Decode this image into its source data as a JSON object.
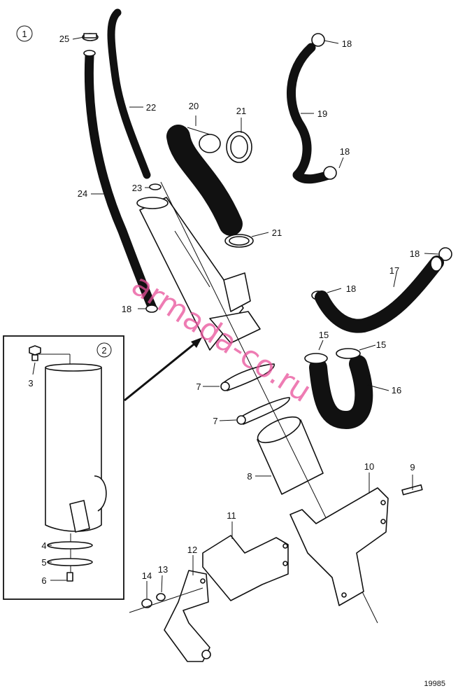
{
  "figure": {
    "view_markers": [
      "1",
      "2"
    ],
    "reference_number": "19985",
    "watermark": "armada-co.ru"
  },
  "callouts": [
    {
      "id": "c25",
      "text": "25"
    },
    {
      "id": "c22",
      "text": "22"
    },
    {
      "id": "c24",
      "text": "24"
    },
    {
      "id": "c23",
      "text": "23"
    },
    {
      "id": "c18a",
      "text": "18"
    },
    {
      "id": "c20",
      "text": "20"
    },
    {
      "id": "c21a",
      "text": "21"
    },
    {
      "id": "c21b",
      "text": "21"
    },
    {
      "id": "c18b",
      "text": "18"
    },
    {
      "id": "c19",
      "text": "19"
    },
    {
      "id": "c18c",
      "text": "18"
    },
    {
      "id": "c18d",
      "text": "18"
    },
    {
      "id": "c17",
      "text": "17"
    },
    {
      "id": "c18e",
      "text": "18"
    },
    {
      "id": "c15a",
      "text": "15"
    },
    {
      "id": "c15b",
      "text": "15"
    },
    {
      "id": "c16",
      "text": "16"
    },
    {
      "id": "c7a",
      "text": "7"
    },
    {
      "id": "c7b",
      "text": "7"
    },
    {
      "id": "c8",
      "text": "8"
    },
    {
      "id": "c9",
      "text": "9"
    },
    {
      "id": "c10",
      "text": "10"
    },
    {
      "id": "c11",
      "text": "11"
    },
    {
      "id": "c12",
      "text": "12"
    },
    {
      "id": "c13",
      "text": "13"
    },
    {
      "id": "c14",
      "text": "14"
    },
    {
      "id": "c3",
      "text": "3"
    },
    {
      "id": "c4",
      "text": "4"
    },
    {
      "id": "c5",
      "text": "5"
    },
    {
      "id": "c6",
      "text": "6"
    }
  ]
}
